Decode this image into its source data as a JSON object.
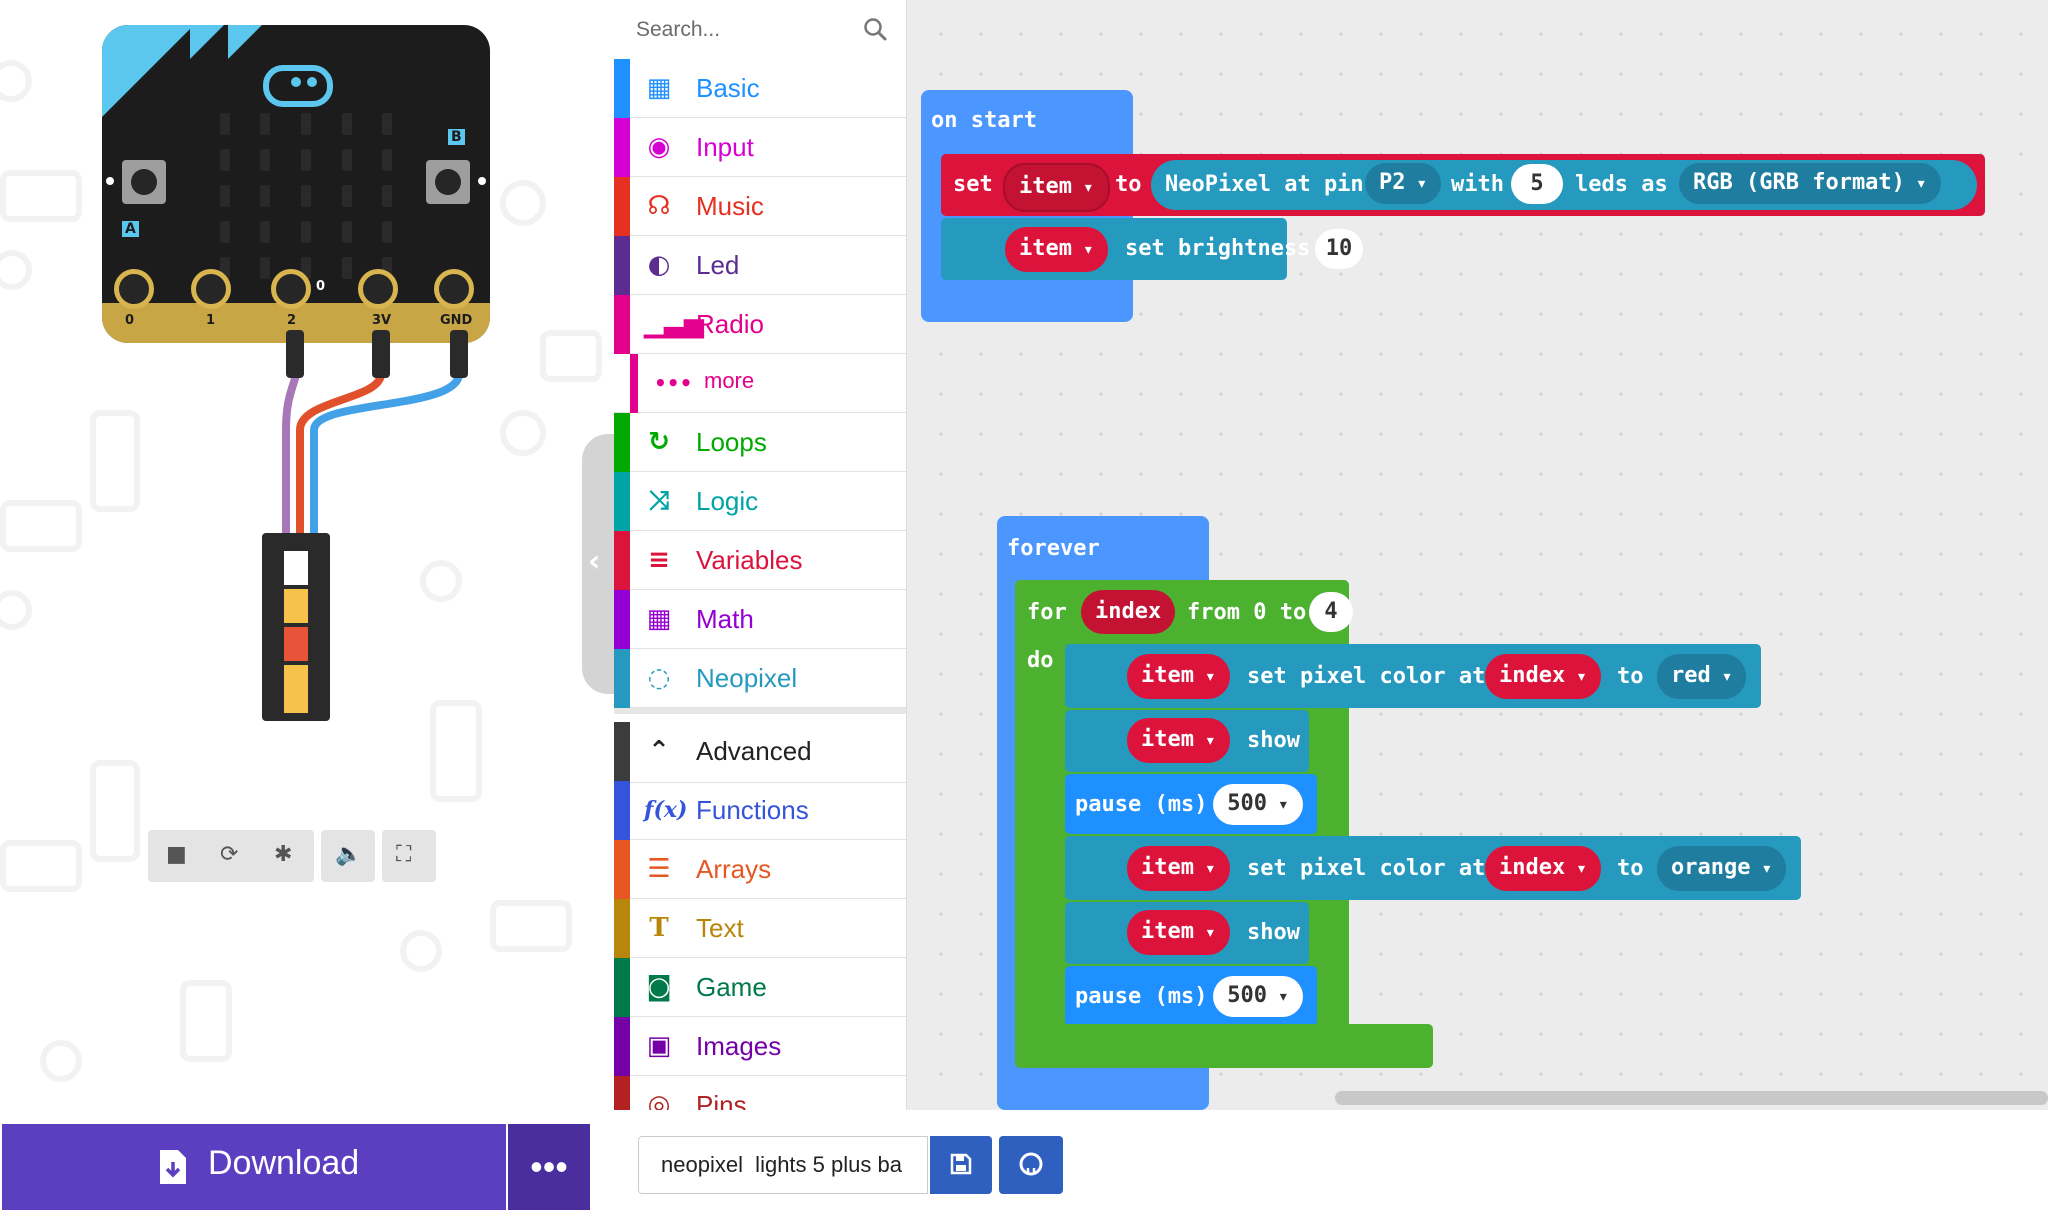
{
  "toolbox": {
    "search_placeholder": "Search...",
    "categories": [
      {
        "label": "Basic",
        "icon": "grid-icon",
        "color": "#1e90ff"
      },
      {
        "label": "Input",
        "icon": "target-icon",
        "color": "#d400d4"
      },
      {
        "label": "Music",
        "icon": "headphones-icon",
        "color": "#e63022"
      },
      {
        "label": "Led",
        "icon": "toggle-icon",
        "color": "#5c2d91"
      },
      {
        "label": "Radio",
        "icon": "signal-bars-icon",
        "color": "#e3008c"
      },
      {
        "label": "more",
        "icon": "more-dots-icon",
        "color": "#e3008c"
      },
      {
        "label": "Loops",
        "icon": "loop-icon",
        "color": "#00aa00"
      },
      {
        "label": "Logic",
        "icon": "shuffle-icon",
        "color": "#00a4a6"
      },
      {
        "label": "Variables",
        "icon": "lines-icon",
        "color": "#dc143c"
      },
      {
        "label": "Math",
        "icon": "calculator-icon",
        "color": "#9400d3"
      },
      {
        "label": "Neopixel",
        "icon": "neopixel-ring-icon",
        "color": "#2699bf"
      },
      {
        "label": "Advanced",
        "icon": "chevron-up-icon",
        "color": "#3c3c3c"
      },
      {
        "label": "Functions",
        "icon": "function-icon",
        "color": "#3455db"
      },
      {
        "label": "Arrays",
        "icon": "numbered-list-icon",
        "color": "#e65722"
      },
      {
        "label": "Text",
        "icon": "text-t-icon",
        "color": "#b8860b"
      },
      {
        "label": "Game",
        "icon": "gamepad-icon",
        "color": "#007a4b"
      },
      {
        "label": "Images",
        "icon": "image-icon",
        "color": "#7600a8"
      },
      {
        "label": "Pins",
        "icon": "target-pin-icon",
        "color": "#b22222"
      }
    ]
  },
  "simulator": {
    "button_a": "A",
    "button_b": "B",
    "pins": [
      "0",
      "1",
      "2",
      "3V",
      "GND"
    ],
    "pin_value": "0",
    "controls": [
      "stop-icon",
      "restart-icon",
      "debug-icon",
      "sound-icon",
      "fullscreen-icon"
    ]
  },
  "workspace": {
    "on_start": {
      "hat": "on start",
      "set_kw": "set",
      "var": "item",
      "to_kw": "to",
      "neopixel_at_pin": "NeoPixel at pin",
      "pin": "P2",
      "with_kw": "with",
      "leds": "5",
      "leds_as": "leds as",
      "mode": "RGB (GRB format)",
      "brightness_var": "item",
      "set_brightness": "set brightness",
      "brightness": "10"
    },
    "forever": {
      "hat": "forever",
      "for_kw": "for",
      "index_var": "index",
      "from_to": "from 0 to",
      "to_value": "4",
      "do_kw": "do",
      "item": "item",
      "set_pixel_color_at": "set pixel color at",
      "index": "index",
      "to_kw": "to",
      "color1": "red",
      "show": "show",
      "pause_ms": "pause (ms)",
      "pause1": "500",
      "color2": "orange",
      "pause2": "500"
    }
  },
  "bottom": {
    "download_label": "Download",
    "more_label": "•••",
    "project_name": "neopixel  lights 5 plus ba"
  }
}
